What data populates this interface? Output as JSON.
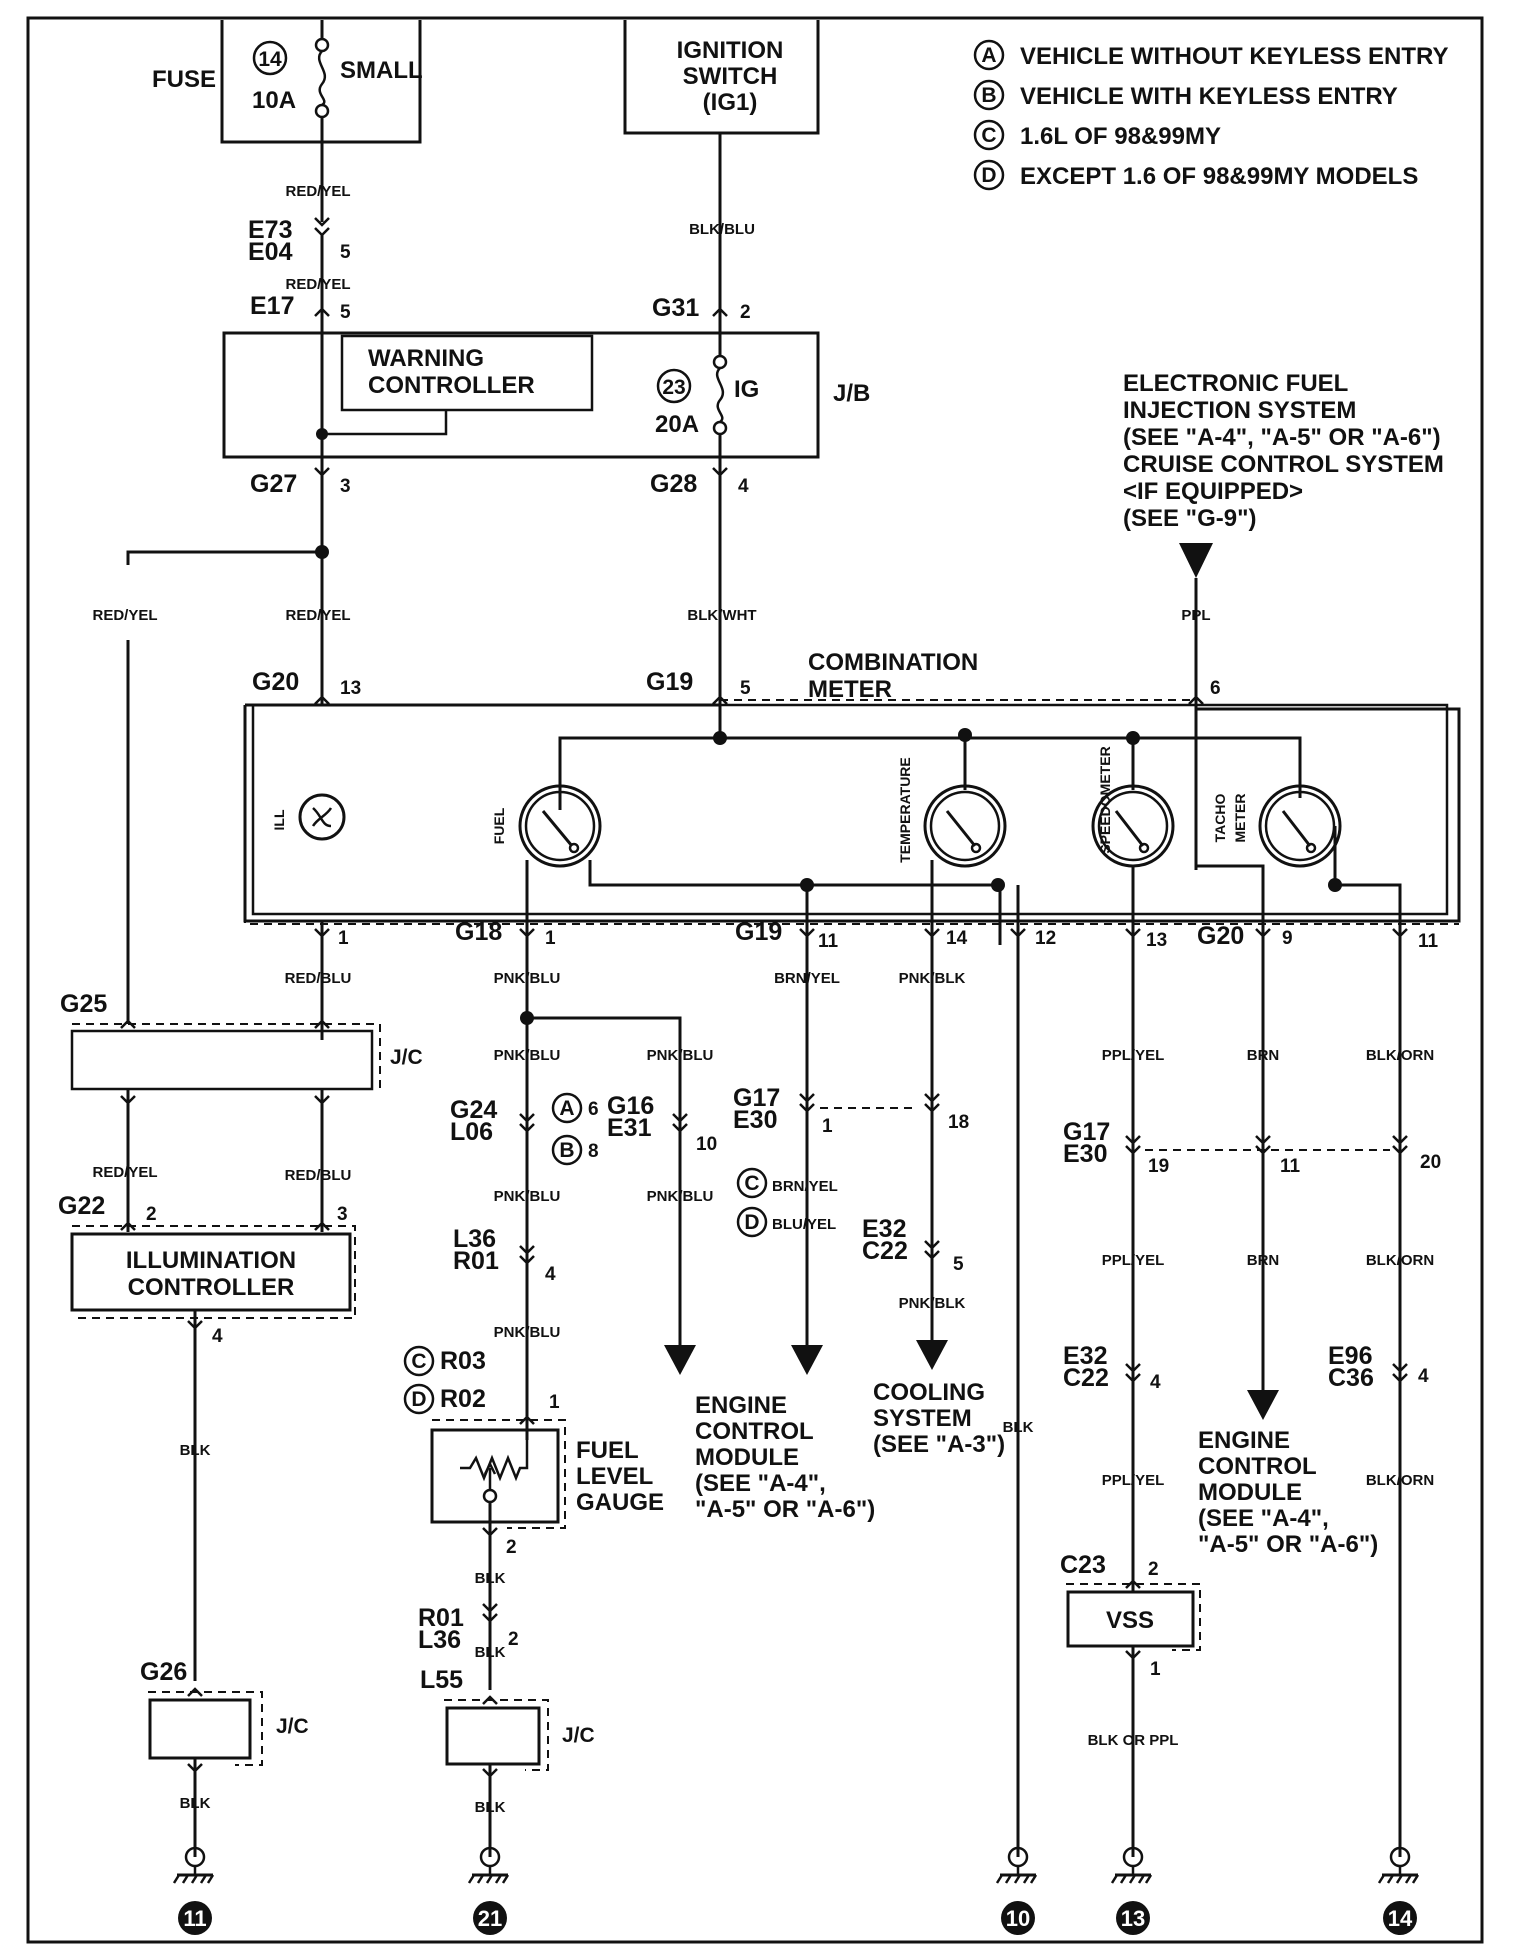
{
  "legend": [
    {
      "code": "A",
      "text": "VEHICLE WITHOUT KEYLESS ENTRY"
    },
    {
      "code": "B",
      "text": "VEHICLE WITH KEYLESS ENTRY"
    },
    {
      "code": "C",
      "text": "1.6L OF 98&99MY"
    },
    {
      "code": "D",
      "text": "EXCEPT 1.6 OF 98&99MY MODELS"
    }
  ],
  "fuse_box": {
    "label": "FUSE",
    "number": "14",
    "rating": "10A",
    "name": "SMALL"
  },
  "ignition": {
    "line1": "IGNITION",
    "line2": "SWITCH",
    "line3": "(IG1)"
  },
  "jb": {
    "label": "J/B",
    "warn1": "WARNING",
    "warn2": "CONTROLLER",
    "fuse_number": "23",
    "fuse_rating": "20A",
    "fuse_name": "IG"
  },
  "efi_note": [
    "ELECTRONIC FUEL",
    "INJECTION SYSTEM",
    "(SEE \"A-4\", \"A-5\" OR \"A-6\")",
    "CRUISE CONTROL SYSTEM",
    "<IF EQUIPPED>",
    "(SEE \"G-9\")"
  ],
  "meter": {
    "title1": "COMBINATION",
    "title2": "METER",
    "ill": "ILL",
    "fuel": "FUEL",
    "temperature": "TEMPERATURE",
    "speedometer": "SPEEDOMETER",
    "tacho1": "TACHO",
    "tacho2": "METER"
  },
  "connectors": {
    "e73": "E73",
    "e04": "E04",
    "e17": "E17",
    "g31": "G31",
    "g27": "G27",
    "g28": "G28",
    "g20a": "G20",
    "g19a": "G19",
    "g18": "G18",
    "g19b": "G19",
    "g20b": "G20",
    "g25": "G25",
    "g22": "G22",
    "g24": "G24",
    "l06": "L06",
    "g16": "G16",
    "e31": "E31",
    "l36a": "L36",
    "r01a": "R01",
    "r03": "R03",
    "r02": "R02",
    "g17a": "G17",
    "e30a": "E30",
    "e32a": "E32",
    "c22a": "C22",
    "g17b": "G17",
    "e30b": "E30",
    "e32b": "E32",
    "c22b": "C22",
    "e96": "E96",
    "c36": "C36",
    "c23": "C23",
    "r01b": "R01",
    "l36b": "L36",
    "l55": "L55",
    "g26": "G26"
  },
  "pins": {
    "p5a": "5",
    "p5b": "5",
    "p2a": "2",
    "p3a": "3",
    "p4a": "4",
    "p13a": "13",
    "p5c": "5",
    "p6a": "6",
    "p1a": "1",
    "p1b": "1",
    "p11a": "11",
    "p14a": "14",
    "p12a": "12",
    "p13b": "13",
    "p9a": "9",
    "p11b": "11",
    "p2b": "2",
    "p3b": "3",
    "p4b": "4",
    "p6b": "6",
    "p8a": "8",
    "p10a": "10",
    "p4c": "4",
    "p1c": "1",
    "p18a": "18",
    "p5d": "5",
    "p19a": "19",
    "p11c": "11",
    "p20a": "20",
    "p4d": "4",
    "p4e": "4",
    "p2c": "2",
    "p1d": "1",
    "p1e": "1",
    "p2d": "2",
    "p2e": "2"
  },
  "wires": {
    "w1": "RED/YEL",
    "w2": "RED/YEL",
    "w3": "BLK/BLU",
    "w4": "RED/YEL",
    "w5": "RED/YEL",
    "w6": "BLK/WHT",
    "w7": "PPL",
    "w8": "RED/BLU",
    "w9": "PNK/BLU",
    "w10": "BRN/YEL",
    "w11": "PNK/BLK",
    "w12": "PNK/BLU",
    "w13": "PNK/BLU",
    "w14": "PPL/YEL",
    "w15": "BRN",
    "w16": "BLK/ORN",
    "w17": "RED/YEL",
    "w18": "RED/BLU",
    "w19": "PNK/BLU",
    "w20": "PNK/BLU",
    "w21": "BRN/YEL",
    "w22": "BLU/YEL",
    "w23": "PNK/BLU",
    "w24": "PNK/BLK",
    "w25": "PPL/YEL",
    "w26": "BRN",
    "w27": "BLK/ORN",
    "w28": "BLK",
    "w29": "BLK",
    "w30": "PPL/YEL",
    "w31": "BLK/ORN",
    "w32": "BLK",
    "w33": "BLK",
    "w34": "BLK OR PPL",
    "w35": "BLK",
    "w36": "BLK"
  },
  "components": {
    "jc1": "J/C",
    "jc2": "J/C",
    "jc3": "J/C",
    "illum1": "ILLUMINATION",
    "illum2": "CONTROLLER",
    "fuel1": "FUEL",
    "fuel2": "LEVEL",
    "fuel3": "GAUGE",
    "vss": "VSS",
    "ecm1": [
      "ENGINE",
      "CONTROL",
      "MODULE",
      "(SEE \"A-4\",",
      "\"A-5\" OR \"A-6\")"
    ],
    "cool": [
      "COOLING",
      "SYSTEM",
      "(SEE \"A-3\")"
    ],
    "ecm2": [
      "ENGINE",
      "CONTROL",
      "MODULE",
      "(SEE \"A-4\",",
      "\"A-5\" OR \"A-6\")"
    ]
  },
  "grounds": [
    "11",
    "21",
    "10",
    "13",
    "14"
  ],
  "options": {
    "c": "C",
    "d": "D",
    "a": "A",
    "b": "B"
  }
}
